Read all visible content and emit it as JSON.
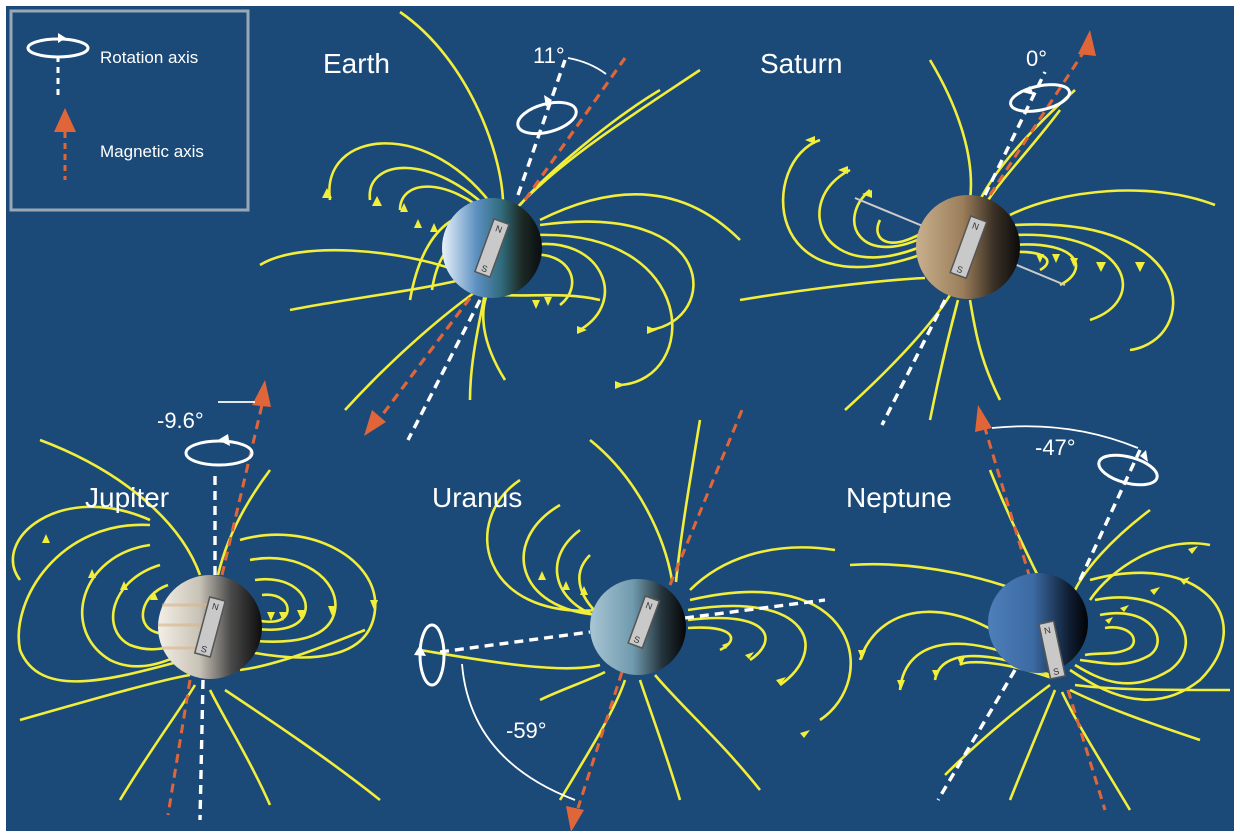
{
  "legend": {
    "rotation_label": "Rotation axis",
    "magnetic_label": "Magnetic axis"
  },
  "planets": [
    {
      "id": "earth",
      "name": "Earth",
      "angle": "11°"
    },
    {
      "id": "saturn",
      "name": "Saturn",
      "angle": "0°"
    },
    {
      "id": "jupiter",
      "name": "Jupiter",
      "angle": "-9.6°"
    },
    {
      "id": "uranus",
      "name": "Uranus",
      "angle": "-59°"
    },
    {
      "id": "neptune",
      "name": "Neptune",
      "angle": "-47°"
    }
  ],
  "colors": {
    "background": "#1b4a78",
    "field_lines": "#f2ee3a",
    "rotation_axis": "#ffffff",
    "magnetic_axis": "#e0663a",
    "legend_border": "#9aa8b6"
  }
}
